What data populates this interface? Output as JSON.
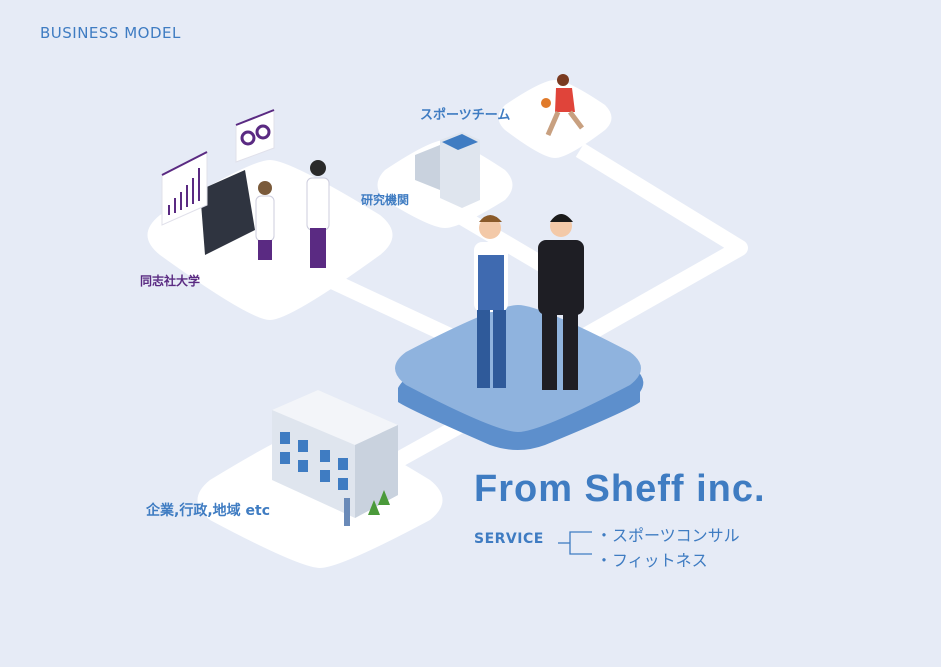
{
  "header": {
    "title": "BUSINESS MODEL"
  },
  "nodes": {
    "university": "同志社大学",
    "research": "研究機関",
    "sports_team": "スポーツチーム",
    "enterprise": "企業,行政,地域 etc"
  },
  "center": {
    "company": "From Sheff inc.",
    "service_label": "SERVICE",
    "services": [
      "・スポーツコンサル",
      "・フィットネス"
    ]
  },
  "colors": {
    "accent": "#3f7cc2",
    "university": "#5a2a82",
    "platform": "#8fb3de"
  }
}
